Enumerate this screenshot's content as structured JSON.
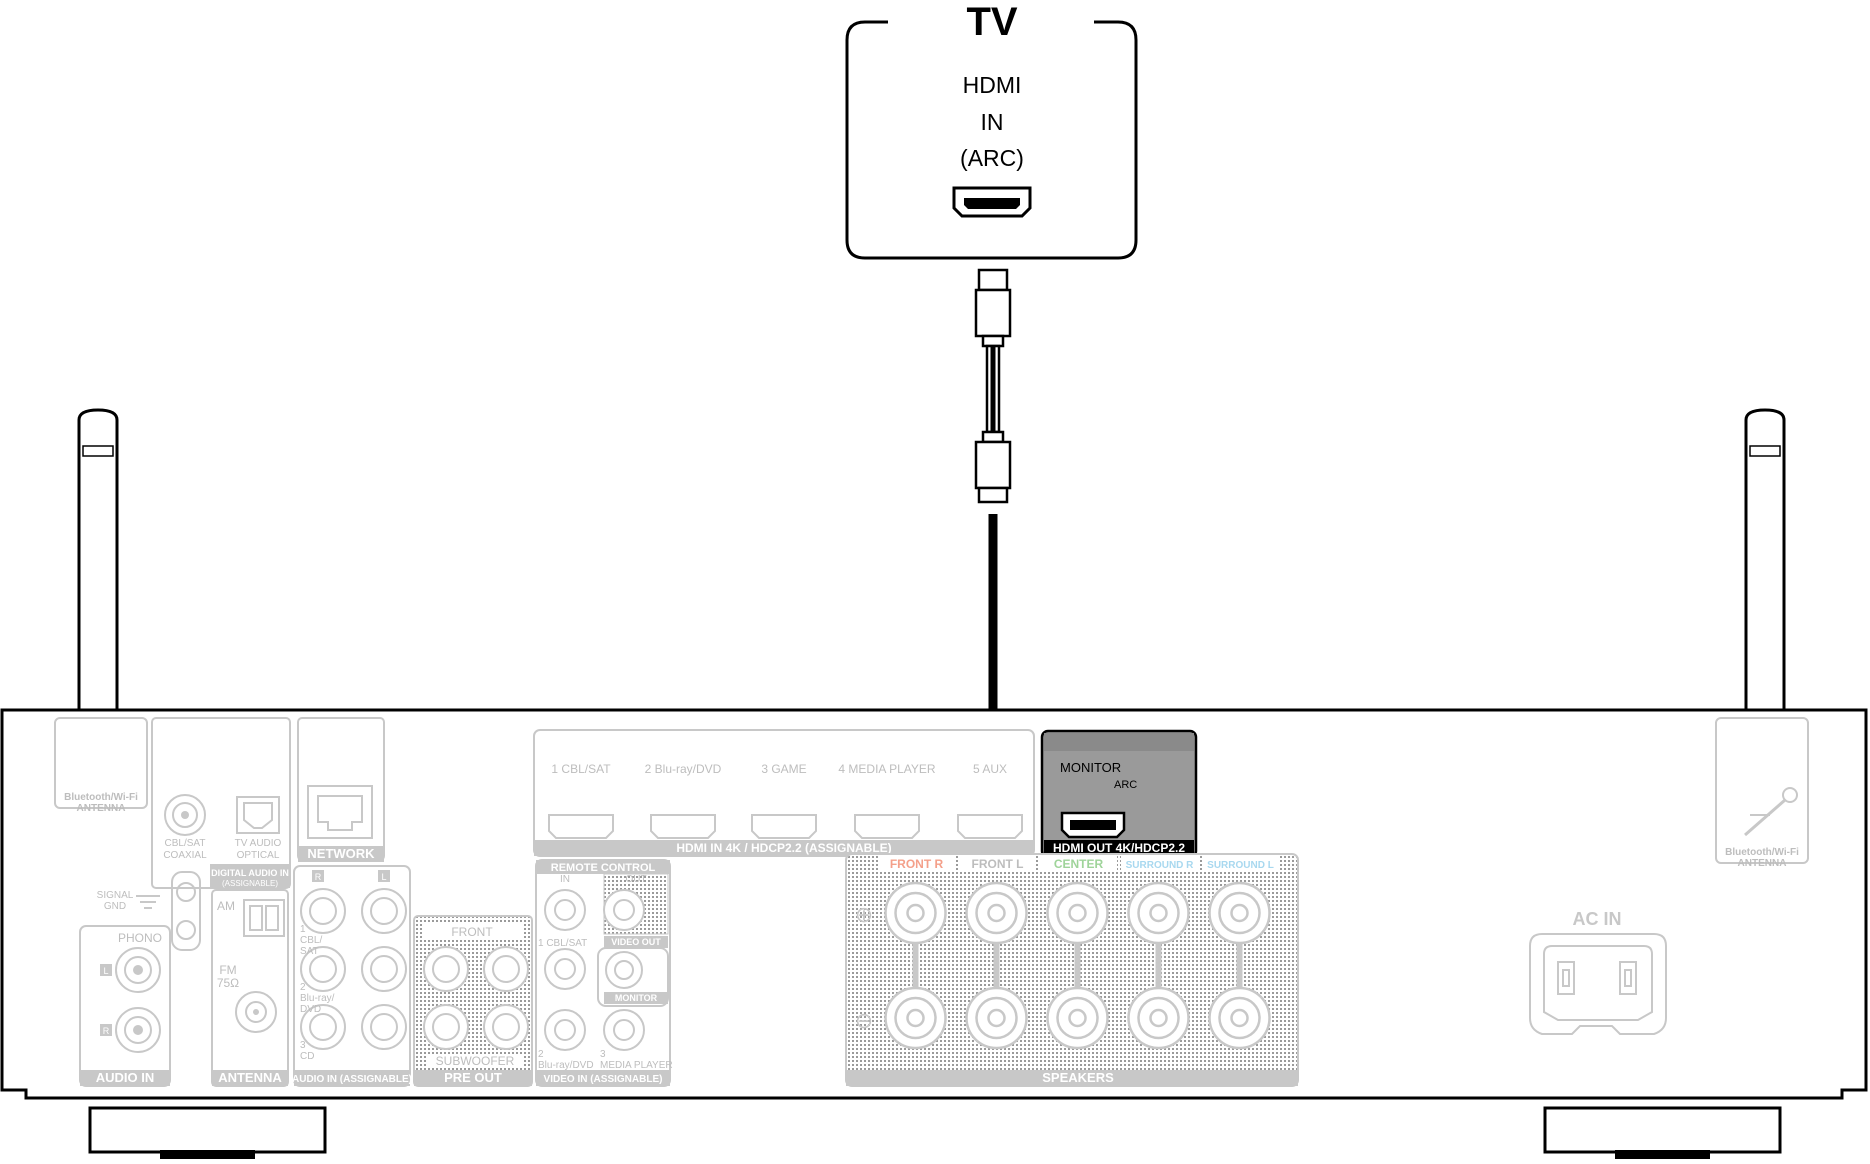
{
  "tv": {
    "title": "TV",
    "port_line1": "HDMI",
    "port_line2": "IN",
    "port_line3": "(ARC)"
  },
  "receiver": {
    "bt_antenna_left": "Bluetooth/Wi-Fi\nANTENNA",
    "bt_antenna_right": "Bluetooth/Wi-Fi\nANTENNA",
    "coaxial_top": "CBL/SAT",
    "coaxial_bottom": "COAXIAL",
    "optical_top": "TV AUDIO",
    "optical_bottom": "OPTICAL",
    "digital_audio_in": "DIGITAL AUDIO IN",
    "digital_assignable": "(ASSIGNABLE)",
    "network": "NETWORK",
    "signal_gnd": "SIGNAL\nGND",
    "phono": "PHONO",
    "phono_l": "L",
    "phono_r": "R",
    "audio_in": "AUDIO IN",
    "am": "AM",
    "fm": "FM\n75Ω",
    "antenna": "ANTENNA",
    "audio_in_r": "R",
    "audio_in_l": "L",
    "audio_in_1": "1\nCBL/\nSAT",
    "audio_in_2": "2\nBlu-ray/\nDVD",
    "audio_in_3": "3\nCD",
    "audio_in_assignable": "AUDIO IN (ASSIGNABLE)",
    "pre_out_front": "FRONT",
    "subwoofer": "SUBWOOFER",
    "pre_out": "PRE OUT",
    "remote_control": "REMOTE CONTROL",
    "remote_in": "IN",
    "remote_out": "OUT",
    "video_in_1": "1 CBL/SAT",
    "video_in_2": "2\nBlu-ray/DVD",
    "video_in_3": "3\nMEDIA PLAYER",
    "video_out": "VIDEO OUT",
    "monitor_label": "MONITOR",
    "video_in_assignable": "VIDEO IN (ASSIGNABLE)",
    "hdmi_in_ports": [
      "1 CBL/SAT",
      "2 Blu-ray/DVD",
      "3 GAME",
      "4 MEDIA PLAYER",
      "5 AUX"
    ],
    "hdmi_in_label": "HDMI IN  4K / HDCP2.2 (ASSIGNABLE)",
    "hdmi_out_monitor": "MONITOR",
    "hdmi_out_arc": "ARC",
    "hdmi_out_label": "HDMI OUT 4K/HDCP2.2",
    "speaker_channels": [
      "FRONT R",
      "FRONT L",
      "CENTER",
      "SURROUND R",
      "SURROUND L"
    ],
    "speakers": "SPEAKERS",
    "ac_in": "AC IN"
  },
  "colors": {
    "front_r": "#f4a08a",
    "front_l": "#bdbdbd",
    "center": "#9fd49a",
    "surround_r": "#a8d8ef",
    "surround_l": "#a8d8ef",
    "hdmi_out_panel": "#9a9a9a",
    "cable": "#000000"
  }
}
